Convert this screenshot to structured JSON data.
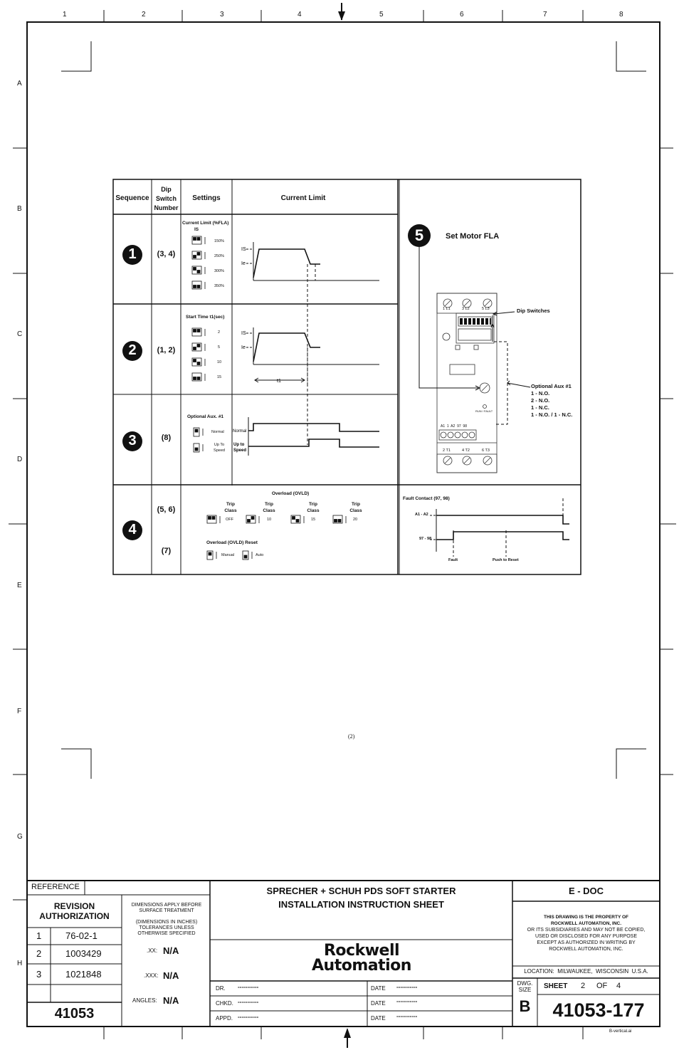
{
  "frame": {
    "col_numbers": [
      "1",
      "2",
      "3",
      "4",
      "5",
      "6",
      "7",
      "8"
    ],
    "row_letters": [
      "A",
      "B",
      "C",
      "D",
      "E",
      "F",
      "G",
      "H"
    ]
  },
  "table": {
    "headers": {
      "sequence": "Sequence",
      "dip_switch_1": "Dip",
      "dip_switch_2": "Switch",
      "dip_switch_3": "Number",
      "settings": "Settings",
      "current_limit": "Current Limit"
    },
    "rows": [
      {
        "seq": "1",
        "dip": "(3, 4)",
        "settings_title": "Current Limit (%FLA)",
        "settings_sub": "IS",
        "options": [
          "150%",
          "250%",
          "300%",
          "350%"
        ],
        "graph_labels": [
          "IS",
          "Ie"
        ]
      },
      {
        "seq": "2",
        "dip": "(1, 2)",
        "settings_title": "Start Time  t1(sec)",
        "options": [
          "2",
          "5",
          "10",
          "15"
        ],
        "graph_labels": [
          "IS",
          "Ie",
          "t1"
        ]
      },
      {
        "seq": "3",
        "dip": "(8)",
        "settings_title": "Optional Aux. #1",
        "options": [
          "Normal",
          "Up To Speed"
        ],
        "graph_labels": [
          "Normal",
          "Up to Speed"
        ]
      },
      {
        "seq": "4",
        "dip": "(5, 6)",
        "dip2": "(7)",
        "ovld_title": "Overload (OVLD)",
        "trip_class_label": "Trip Class",
        "trip_options": [
          "OFF",
          "10",
          "15",
          "20"
        ],
        "reset_title": "Overload (OVLD) Reset",
        "reset_options": [
          "Manual",
          "Auto"
        ]
      }
    ]
  },
  "device": {
    "seq": "5",
    "title": "Set Motor FLA",
    "dip_label": "Dip Switches",
    "aux_label": "Optional Aux #1",
    "aux_options": [
      "1 - N.O.",
      "2 - N.O.",
      "1 - N.C.",
      "1 - N.O. / 1 - N.C."
    ],
    "top_terminals": [
      "1 L1",
      "3 L2",
      "5 L3"
    ],
    "bottom_terminals": [
      "2 T1",
      "4 T2",
      "6 T3"
    ],
    "aux_terminals": "A1  1  A2  97  98",
    "led_label": "RUN / FAULT",
    "fault_title": "Fault Contact (97, 98)",
    "fault_signals": [
      "A1 - A2",
      "97 - 98"
    ],
    "fault_events": [
      "Fault",
      "Push to Reset"
    ]
  },
  "page_marker": "(2)",
  "title_block": {
    "reference": "REFERENCE",
    "revision_authorization": "REVISION AUTHORIZATION",
    "revisions": [
      {
        "num": "1",
        "val": "76-02-1"
      },
      {
        "num": "2",
        "val": "1003429"
      },
      {
        "num": "3",
        "val": "1021848"
      }
    ],
    "part_number_small": "41053",
    "dimensions_note_1": "DIMENSIONS APPLY BEFORE SURFACE TREATMENT",
    "dimensions_note_2": "(DIMENSIONS IN INCHES) TOLERANCES UNLESS OTHERWISE SPECIFIED",
    "tol_xx_label": ".XX:",
    "tol_xx": "N/A",
    "tol_xxx_label": ".XXX:",
    "tol_xxx": "N/A",
    "angles_label": "ANGLES:",
    "angles": "N/A",
    "title_line1": "SPRECHER + SCHUH PDS SOFT STARTER",
    "title_line2": "INSTALLATION INSTRUCTION SHEET",
    "logo_line1": "Rockwell",
    "logo_line2": "Automation",
    "dr": "DR.",
    "chkd": "CHKD.",
    "appd": "APPD.",
    "date": "DATE",
    "dashes": "-----------",
    "edoc": "E - DOC",
    "property_line1": "THIS DRAWING IS THE PROPERTY OF",
    "property_line2": "ROCKWELL AUTOMATION, INC.",
    "property_line3": "OR ITS SUBSIDIARIES AND MAY NOT BE COPIED,",
    "property_line4": "USED OR DISCLOSED FOR ANY PURPOSE",
    "property_line5": "EXCEPT AS AUTHORIZED IN WRITING BY",
    "property_line6": "ROCKWELL AUTOMATION, INC.",
    "location": "LOCATION:  MILWAUKEE,  WISCONSIN  U.S.A.",
    "dwg_size_label": "DWG. SIZE",
    "dwg_size": "B",
    "sheet_label": "SHEET",
    "sheet_num": "2",
    "sheet_of": "OF",
    "sheet_total": "4",
    "drawing_number": "41053-177",
    "footer": "B-vertical.ai"
  }
}
